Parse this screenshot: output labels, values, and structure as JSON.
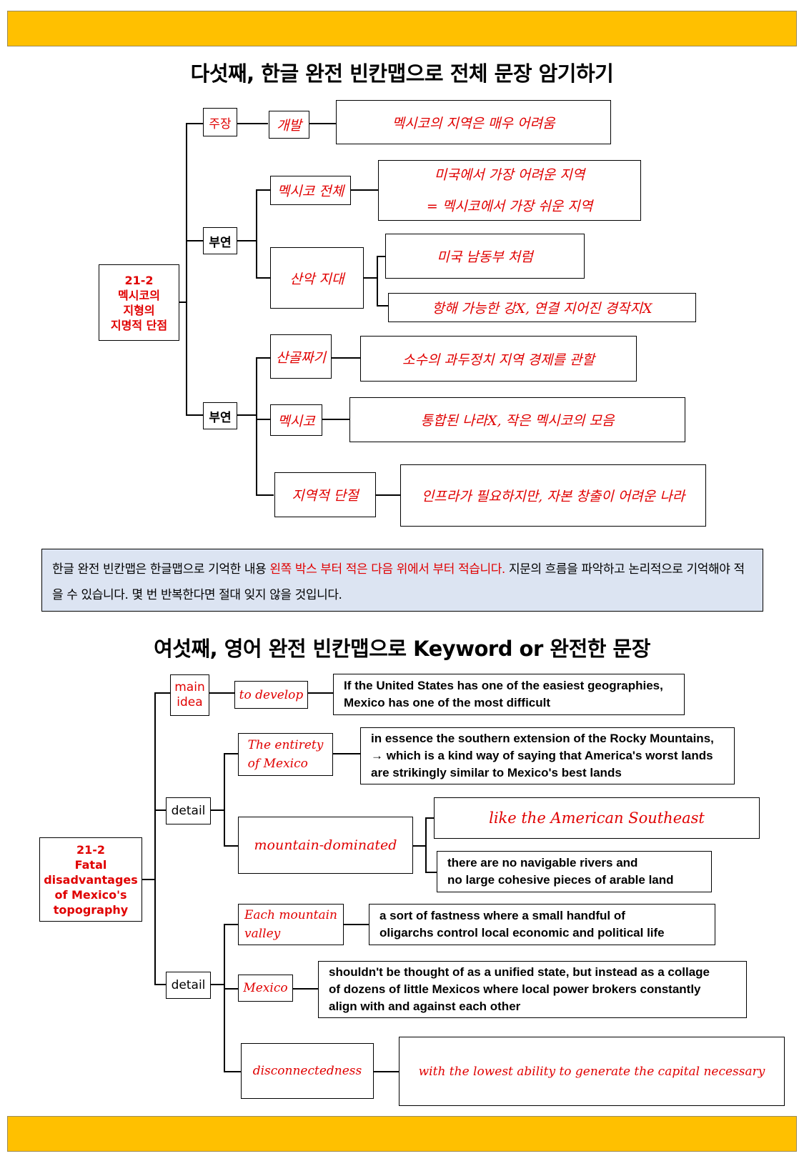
{
  "top_band_color": "#ffc000",
  "section5": {
    "title": "다섯째, 한글 완전 빈칸맵으로 전체 문장 암기하기",
    "root": [
      "21-2",
      "멕시코의",
      "지형의",
      "지명적 단점"
    ],
    "claim": {
      "label": "주장",
      "sub": "개발",
      "text": "멕시코의 지역은 매우 어려움"
    },
    "detail1": {
      "label": "부연",
      "whole": {
        "label": "멕시코 전체",
        "lines": [
          "미국에서 가장 어려운 지역",
          "= 멕시코에서 가장 쉬운 지역"
        ]
      },
      "mountain": {
        "label": "산악 지대",
        "line1": "미국 남동부 처럼",
        "line2": "항해 가능한 강X, 연결 지어진 경작지X"
      }
    },
    "detail2": {
      "label": "부연",
      "valley": {
        "label": "산골짜기",
        "text": "소수의 과두정치 지역 경제를 관할"
      },
      "mexico": {
        "label": "멕시코",
        "text": "통합된 나라X, 작은 멕시코의 모음"
      },
      "disc": {
        "label": "지역적 단절",
        "text": "인프라가 필요하지만, 자본 창출이 어려운 나라"
      }
    }
  },
  "note": {
    "part1": "한글 완전 빈칸맵은  한글맵으로 기억한 내용 ",
    "part2": "왼쪽 박스 부터  적은 다음 위에서 부터 적습니다.",
    "part3": " 지문의 흐름을 파악하고 논리적으로 기억해야 적을 수 있습니다. 몇 번 반복한다면 절대 잊지 않을 것입니다."
  },
  "section6": {
    "title": "여섯째, 영어 완전 빈칸맵으로 Keyword or 완전한 문장",
    "root": [
      "21-2",
      "Fatal",
      "disadvantages",
      "of Mexico's",
      "topography"
    ],
    "main": {
      "label": [
        "main",
        "idea"
      ],
      "sub": "to develop",
      "lines": [
        "If the United States has one of the easiest geographies,",
        "Mexico has one of the most difficult"
      ]
    },
    "detail1": {
      "label": "detail",
      "entirety": {
        "label": [
          "The entirety",
          "of Mexico"
        ],
        "lines": [
          "in essence the southern extension of the Rocky Mountains,",
          "→ which is a kind way of saying that America's worst lands",
          "are strikingly similar to Mexico's best lands"
        ]
      },
      "mountain": {
        "label": "mountain-dominated",
        "line1": "like the American Southeast",
        "line2": [
          "there are no navigable rivers and",
          "no large cohesive pieces of arable land"
        ]
      }
    },
    "detail2": {
      "label": "detail",
      "valley": {
        "label": [
          "Each mountain",
          "valley"
        ],
        "lines": [
          "a sort of fastness where a small handful of",
          "oligarchs control local economic and political life"
        ]
      },
      "mexico": {
        "label": "Mexico",
        "lines": [
          "shouldn't be thought of as a unified state, but instead as a collage",
          "of dozens of little Mexicos where local power brokers constantly",
          "align with and against each other"
        ]
      },
      "disc": {
        "label": "disconnectedness",
        "text": "with the lowest ability to generate the capital necessary"
      }
    }
  }
}
